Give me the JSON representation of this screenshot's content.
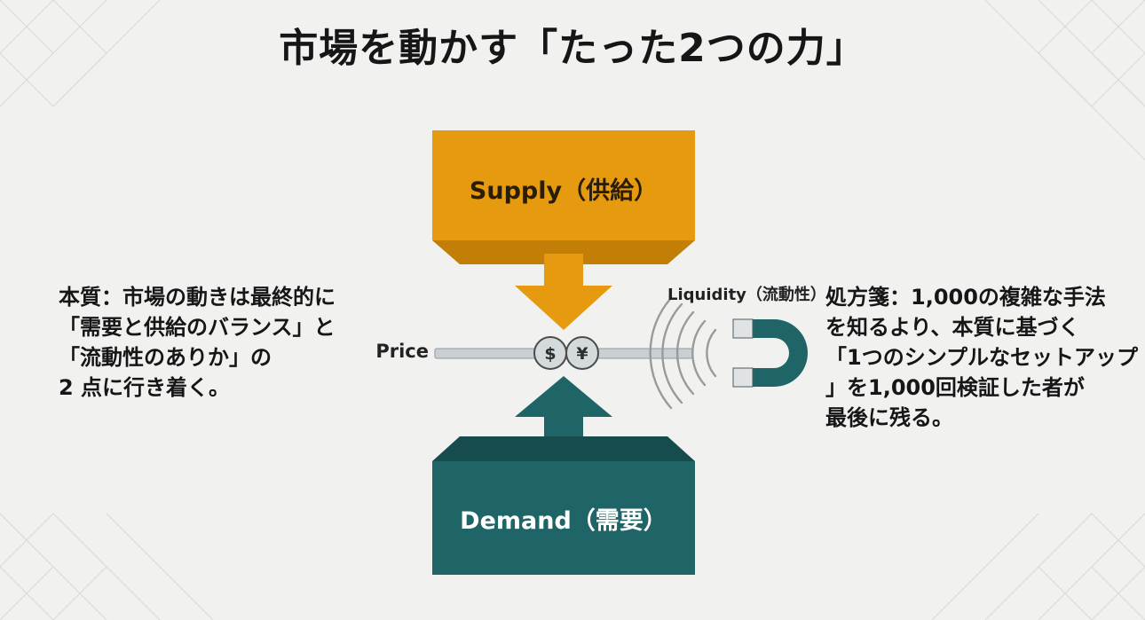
{
  "title": "市場を動かす「たった2つの力」",
  "diagram": {
    "supply_label": "Supply（供給）",
    "demand_label": "Demand（需要）",
    "price_label": "Price",
    "liquidity_label": "Liquidity（流動性）",
    "coin_dollar": "$",
    "coin_yen": "¥"
  },
  "left_text": {
    "lines": [
      "本質：市場の動きは最終的に",
      "「需要と供給のバランス」と",
      "「流動性のありか」の",
      " 2 点に行き着く。"
    ]
  },
  "right_text": {
    "lines": [
      "処方箋：1,000の複雑な手法",
      "を知るより、本質に基づく",
      "「1つのシンプルなセットアップ",
      "」を1,000回検証した者が",
      "最後に残る。"
    ]
  },
  "colors": {
    "supply": "#e69a10",
    "demand": "#1f6466",
    "background": "#f1f1f0"
  }
}
